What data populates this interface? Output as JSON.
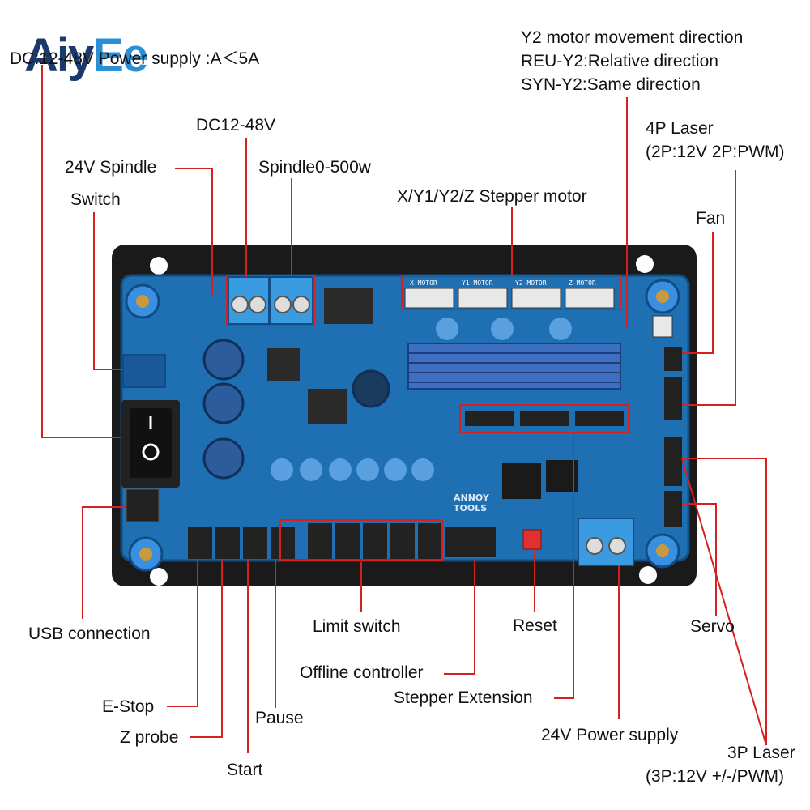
{
  "logo": {
    "part1": "Aiy",
    "part2": "Ee",
    "color1": "#1a3a6e",
    "color2": "#2a8fd6"
  },
  "labels": {
    "power_supply": "DC:12-48V Power supply :A＜5A",
    "y2_line1": "Y2 motor movement direction",
    "y2_line2": "REU-Y2:Relative direction",
    "y2_line3": "SYN-Y2:Same direction",
    "laser4p_line1": "4P Laser",
    "laser4p_line2": "(2P:12V 2P:PWM)",
    "dc12_48": "DC12-48V",
    "spindle24": "24V Spindle",
    "spindle0": "Spindle0-500w",
    "switch": "Switch",
    "stepper_motor": "X/Y1/Y2/Z Stepper motor",
    "fan": "Fan",
    "usb": "USB connection",
    "limit_switch": "Limit switch",
    "reset": "Reset",
    "servo": "Servo",
    "offline": "Offline controller",
    "stepper_ext": "Stepper Extension",
    "estop": "E-Stop",
    "pause": "Pause",
    "zprobe": "Z probe",
    "power24": "24V Power supply",
    "start": "Start",
    "laser3p_line1": "3P Laser",
    "laser3p_line2": "(3P:12V +/-/PWM)"
  },
  "board": {
    "motor_labels": [
      "X-MOTOR",
      "Y1-MOTOR",
      "Y2-MOTOR",
      "Z-MOTOR"
    ],
    "brand_line1": "ANNOY",
    "brand_line2": "TOOLS",
    "colors": {
      "board": "#1f6fb3",
      "board_dark": "#0f4d86",
      "leader": "#d42020",
      "frame": "#1a1a1a"
    }
  }
}
